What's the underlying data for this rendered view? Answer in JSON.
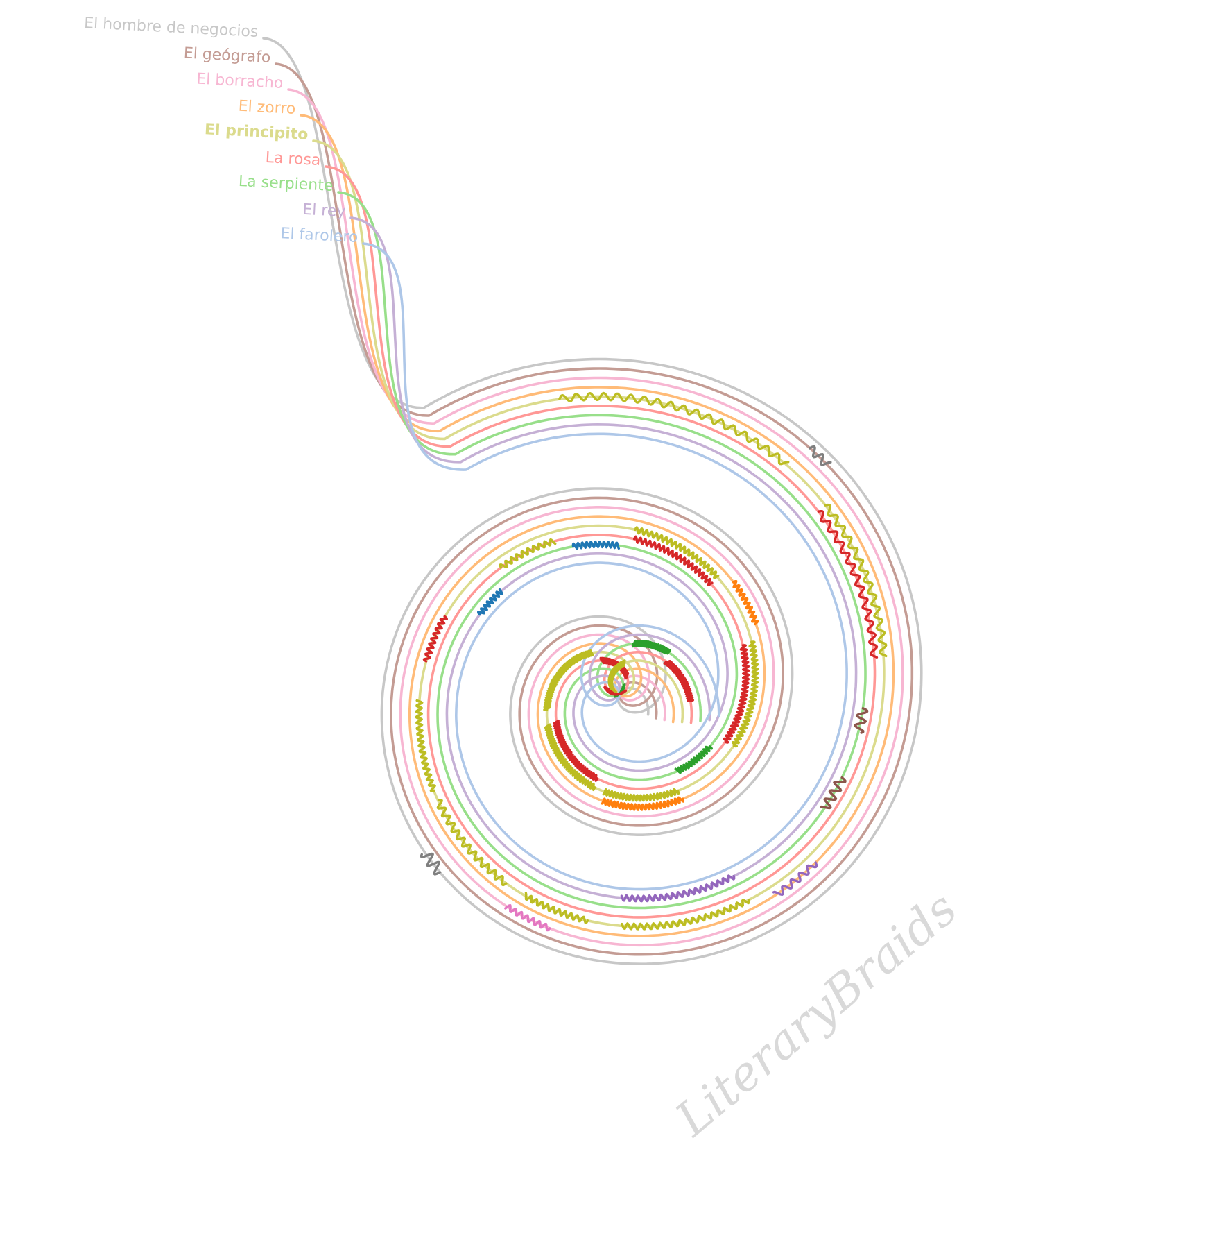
{
  "diagram": {
    "type": "literary-braid-spiral",
    "watermark": "LiteraryBraids",
    "characters": [
      {
        "name": "El hombre de negocios",
        "color": "#c7c7c7",
        "bold": false
      },
      {
        "name": "El geógrafo",
        "color": "#c49c94",
        "bold": false
      },
      {
        "name": "El borracho",
        "color": "#f7b6d2",
        "bold": false
      },
      {
        "name": "El zorro",
        "color": "#ffbb78",
        "bold": false
      },
      {
        "name": "El principito",
        "color": "#dbdb8d",
        "bold": true
      },
      {
        "name": "La rosa",
        "color": "#ff9896",
        "bold": false
      },
      {
        "name": "La serpiente",
        "color": "#98df8a",
        "bold": false
      },
      {
        "name": "El rey",
        "color": "#c5b0d5",
        "bold": false
      },
      {
        "name": "El farolero",
        "color": "#aec7e8",
        "bold": false
      }
    ],
    "interaction_colors": {
      "principito": "#bcbd22",
      "rosa": "#d62728",
      "zorro": "#ff7f0e",
      "serpiente": "#2ca02c",
      "rey": "#9467bd",
      "farolero": "#1f77b4",
      "geografo": "#8c564b",
      "borracho": "#e377c2",
      "negocios": "#7f7f7f"
    }
  }
}
